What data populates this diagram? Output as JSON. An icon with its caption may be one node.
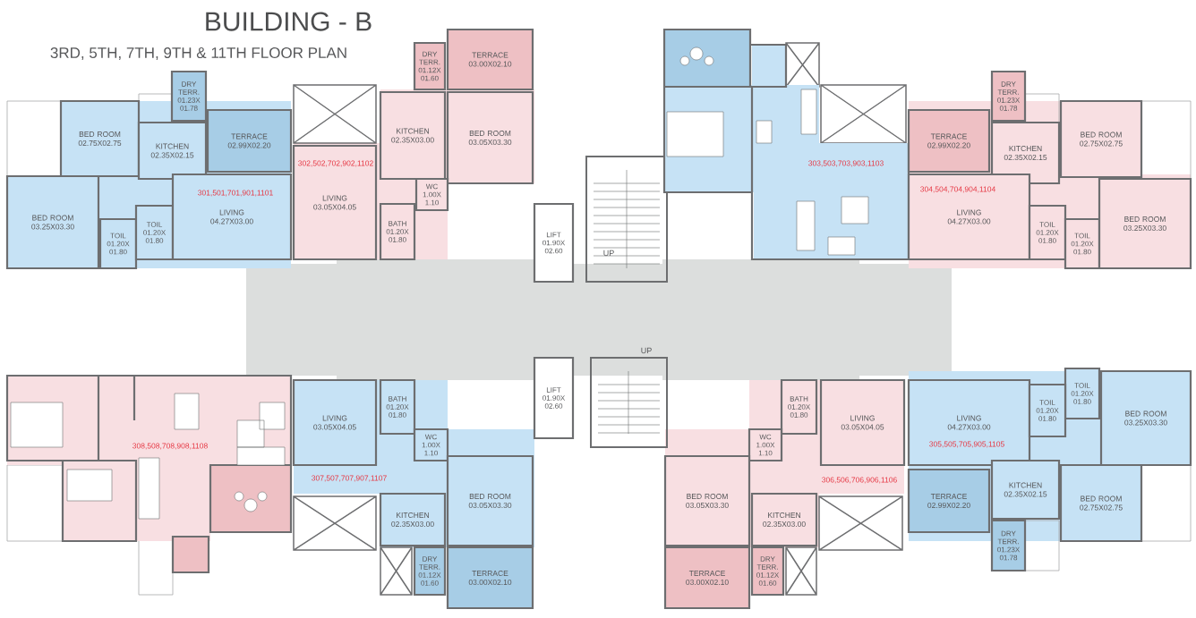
{
  "diagram": {
    "title": "BUILDING - B",
    "nodes": [
      {
        "text": [
          "BED ROOM",
          "02.75X02.75"
        ]
      },
      {
        "text": [
          "DRY TERR.",
          "01.23X 01.78"
        ]
      },
      {
        "text": [
          "KITCHEN",
          "02.35X02.15"
        ]
      },
      {
        "text": [
          "TERRACE",
          "02.99X02.20"
        ]
      },
      {
        "text": [
          "BED ROOM",
          "03.25X03.30"
        ]
      },
      {
        "text": [
          "TOIL",
          "01.20X 01.80"
        ]
      },
      {
        "text": [
          "TOIL",
          "01.20X 01.80"
        ]
      },
      {
        "text": [
          "LIVING",
          "04.27X03.00"
        ]
      },
      {
        "text": [
          "DRY TERR.",
          "01.12X 01.60"
        ]
      },
      {
        "text": [
          "TERRACE",
          "03.00X02.10"
        ]
      },
      {
        "text": [
          "KITCHEN",
          "02.35X03.00"
        ]
      },
      {
        "text": [
          "BED ROOM",
          "03.05X03.30"
        ]
      },
      {
        "text": [
          "LIVING",
          "03.05X04.05"
        ]
      },
      {
        "text": [
          "WC",
          "1.00X 1.10"
        ]
      },
      {
        "text": [
          "BATH",
          "01.20X 01.80"
        ]
      },
      {
        "text": [
          "LIFT",
          "01.90X 02.60"
        ]
      },
      {
        "text": [
          "DRY TERR.",
          "01.23X 01.78"
        ]
      },
      {
        "text": [
          "TERRACE",
          "02.99X02.20"
        ]
      },
      {
        "text": [
          "KITCHEN",
          "02.35X02.15"
        ]
      },
      {
        "text": [
          "BED ROOM",
          "02.75X02.75"
        ]
      },
      {
        "text": [
          "LIVING",
          "04.27X03.00"
        ]
      },
      {
        "text": [
          "TOIL",
          "01.20X 01.80"
        ]
      },
      {
        "text": [
          "TOIL",
          "01.20X 01.80"
        ]
      },
      {
        "text": [
          "BED ROOM",
          "03.25X03.30"
        ]
      },
      {
        "text": [
          "LIFT",
          "01.90X 02.60"
        ]
      },
      {
        "text": [
          "BATH",
          "01.20X 01.80"
        ]
      },
      {
        "text": [
          "LIVING",
          "03.05X04.05"
        ]
      },
      {
        "text": [
          "WC",
          "1.00X 1.10"
        ]
      },
      {
        "text": [
          "KITCHEN",
          "02.35X03.00"
        ]
      },
      {
        "text": [
          "BED ROOM",
          "03.05X03.30"
        ]
      },
      {
        "text": [
          "DRY TERR.",
          "01.12X 01.60"
        ]
      },
      {
        "text": [
          "TERRACE",
          "03.00X02.10"
        ]
      },
      {
        "text": [
          "BATH",
          "01.20X 01.80"
        ]
      },
      {
        "text": [
          "LIVING",
          "03.05X04.05"
        ]
      },
      {
        "text": [
          "WC",
          "1.00X 1.10"
        ]
      },
      {
        "text": [
          "BED ROOM",
          "03.05X03.30"
        ]
      },
      {
        "text": [
          "KITCHEN",
          "02.35X03.00"
        ]
      },
      {
        "text": [
          "TERRACE",
          "03.00X02.10"
        ]
      },
      {
        "text": [
          "DRY TERR.",
          "01.12X 01.60"
        ]
      },
      {
        "text": [
          "TOIL",
          "01.20X 01.80"
        ]
      },
      {
        "text": [
          "LIVING",
          "04.27X03.00"
        ]
      },
      {
        "text": [
          "TOIL",
          "01.20X 01.80"
        ]
      },
      {
        "text": [
          "BED ROOM",
          "03.25X03.30"
        ]
      },
      {
        "text": [
          "TERRACE",
          "02.99X02.20"
        ]
      },
      {
        "text": [
          "KITCHEN",
          "02.35X02.15"
        ]
      },
      {
        "text": [
          "BED ROOM",
          "02.75X02.75"
        ]
      },
      {
        "text": [
          "DRY TERR.",
          "01.23X 01.78"
        ]
      }
    ],
    "labels": [
      "3RD, 5TH, 7TH, 9TH & 11TH FLOOR PLAN",
      "301,501,701,901,1101",
      "302,502,702,902,1102",
      "303,503,703,903,1103",
      "304,504,704,904,1104",
      "UP",
      "UP",
      "308,508,708,908,1108",
      "307,507,707,907,1107",
      "306,506,706,906,1106",
      "305,505,705,905,1105"
    ]
  }
}
